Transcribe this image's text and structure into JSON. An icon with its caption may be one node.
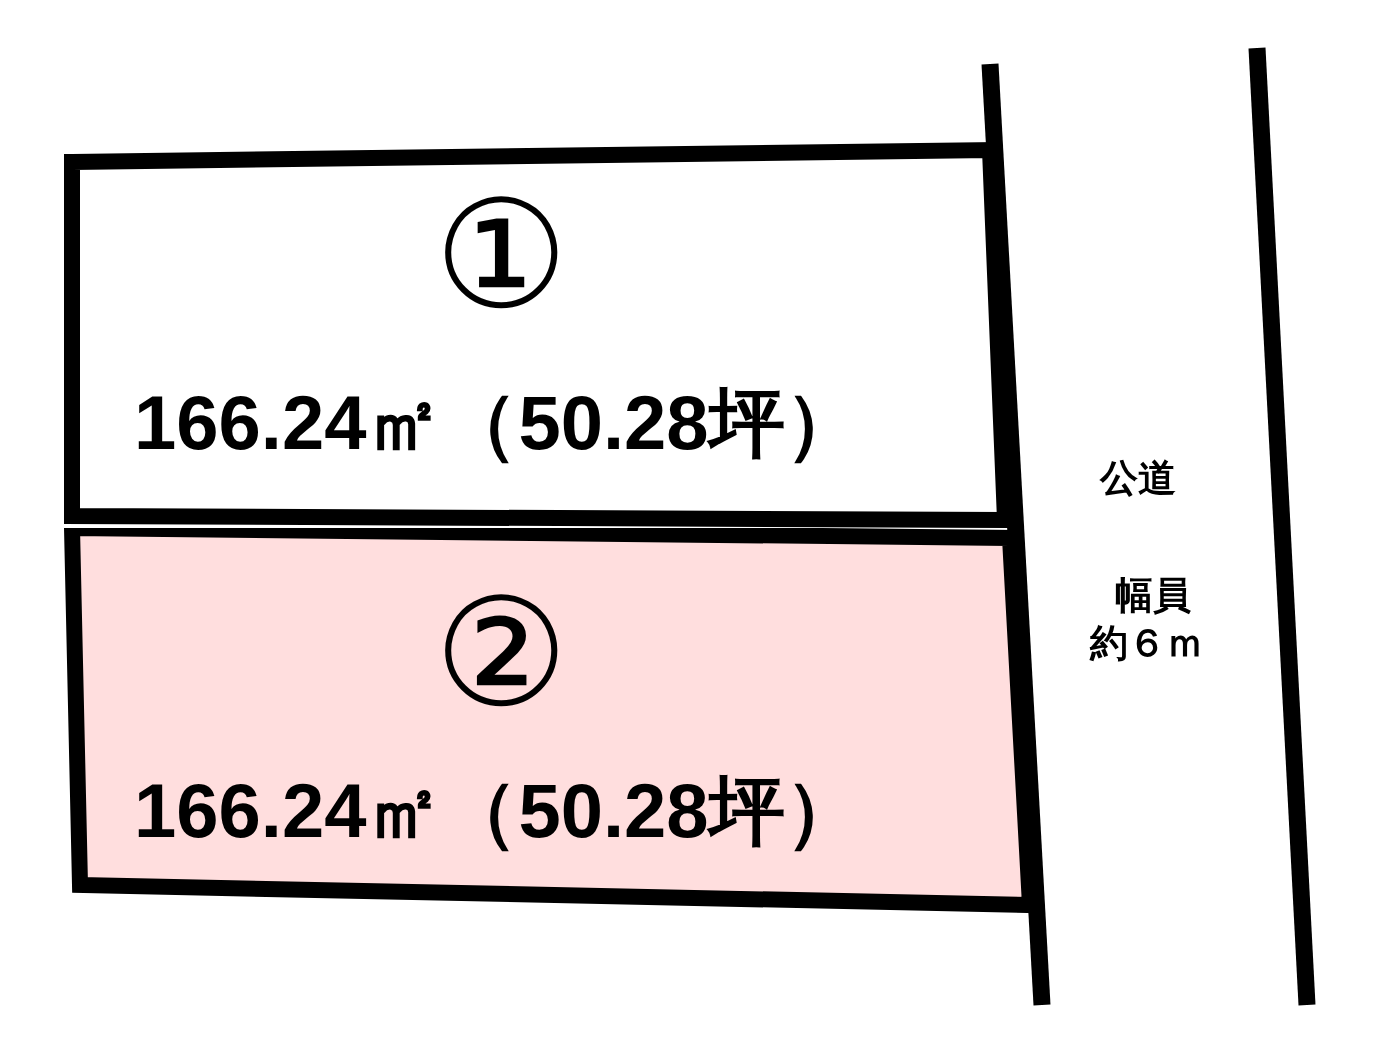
{
  "diagram": {
    "nodes": [
      {
        "text": [
          "①",
          "166.24㎡（50.28坪）"
        ]
      },
      {
        "text": [
          "②",
          "166.24㎡（50.28坪）"
        ]
      }
    ],
    "labels": [
      "公道",
      "幅員",
      "約６ｍ"
    ]
  }
}
